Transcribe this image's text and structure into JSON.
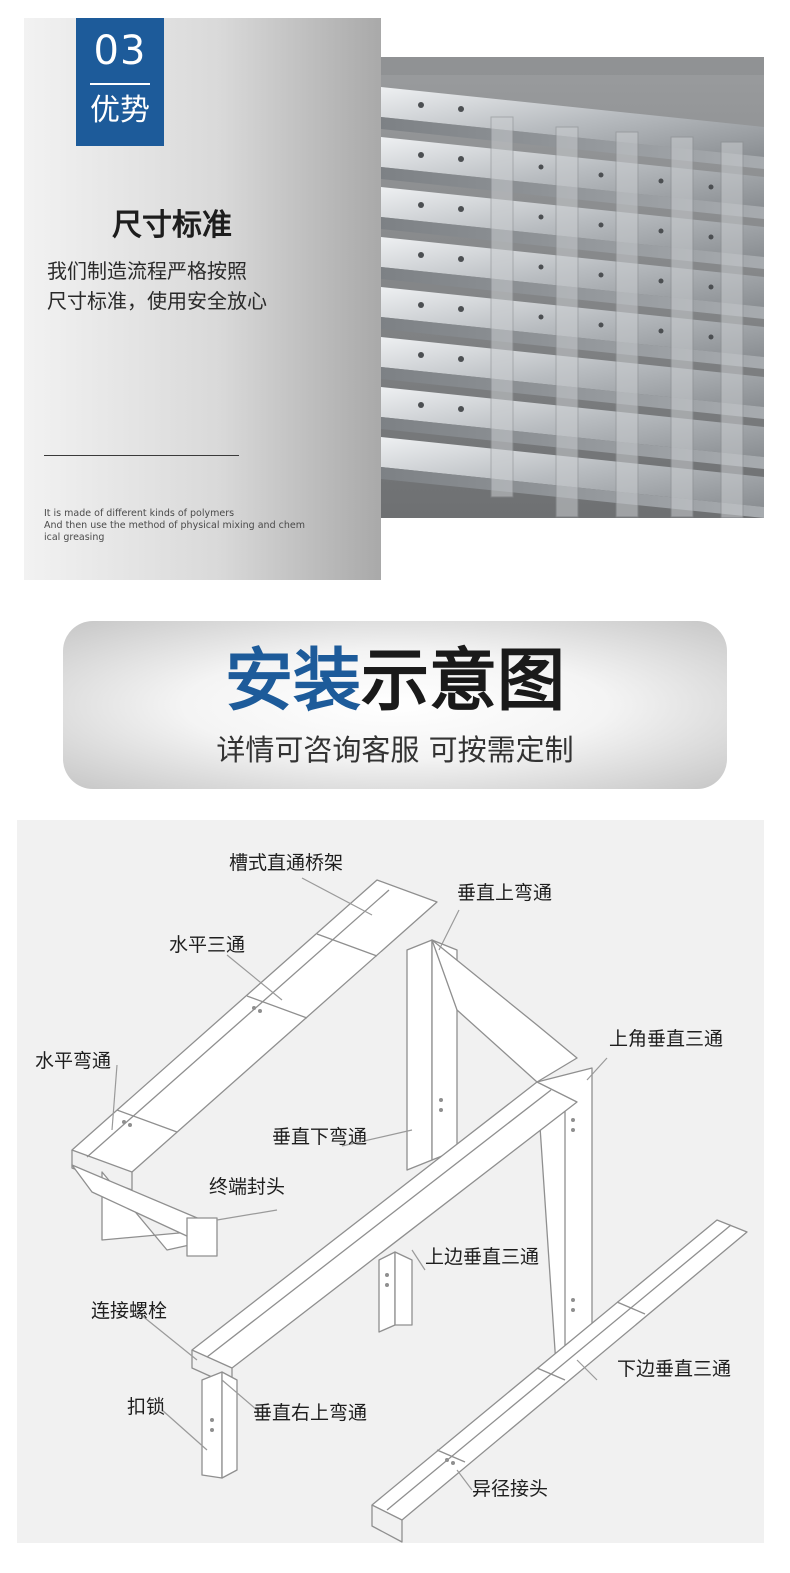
{
  "advantage": {
    "number": "03",
    "badge_label": "优势",
    "title": "尺寸标准",
    "desc_line1": "我们制造流程严格按照",
    "desc_line2": "尺寸标准，使用安全放心",
    "en_line1": "It is made of different kinds of polymers",
    "en_line2": "And then use the method of physical mixing and chem",
    "en_line3": "ical greasing",
    "badge_color": "#1d5b9a"
  },
  "banner": {
    "title_blue": "安装",
    "title_dark": "示意图",
    "subtitle": "详情可咨询客服  可按需定制"
  },
  "diagram": {
    "labels": {
      "l1": "槽式直通桥架",
      "l2": "垂直上弯通",
      "l3": "水平三通",
      "l4": "上角垂直三通",
      "l5": "水平弯通",
      "l6": "垂直下弯通",
      "l7": "终端封头",
      "l8": "上边垂直三通",
      "l9": "连接螺栓",
      "l10": "下边垂直三通",
      "l11": "扣锁",
      "l12": "垂直右上弯通",
      "l13": "异径接头"
    }
  }
}
